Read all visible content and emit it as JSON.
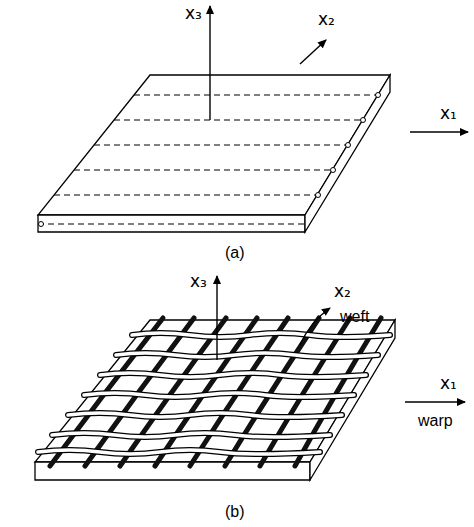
{
  "diagram": {
    "labels": [
      "x₃",
      "x₂",
      "x₁",
      "(a)",
      "x₃",
      "x₂",
      "weft",
      "x₁",
      "warp",
      "(b)"
    ]
  }
}
